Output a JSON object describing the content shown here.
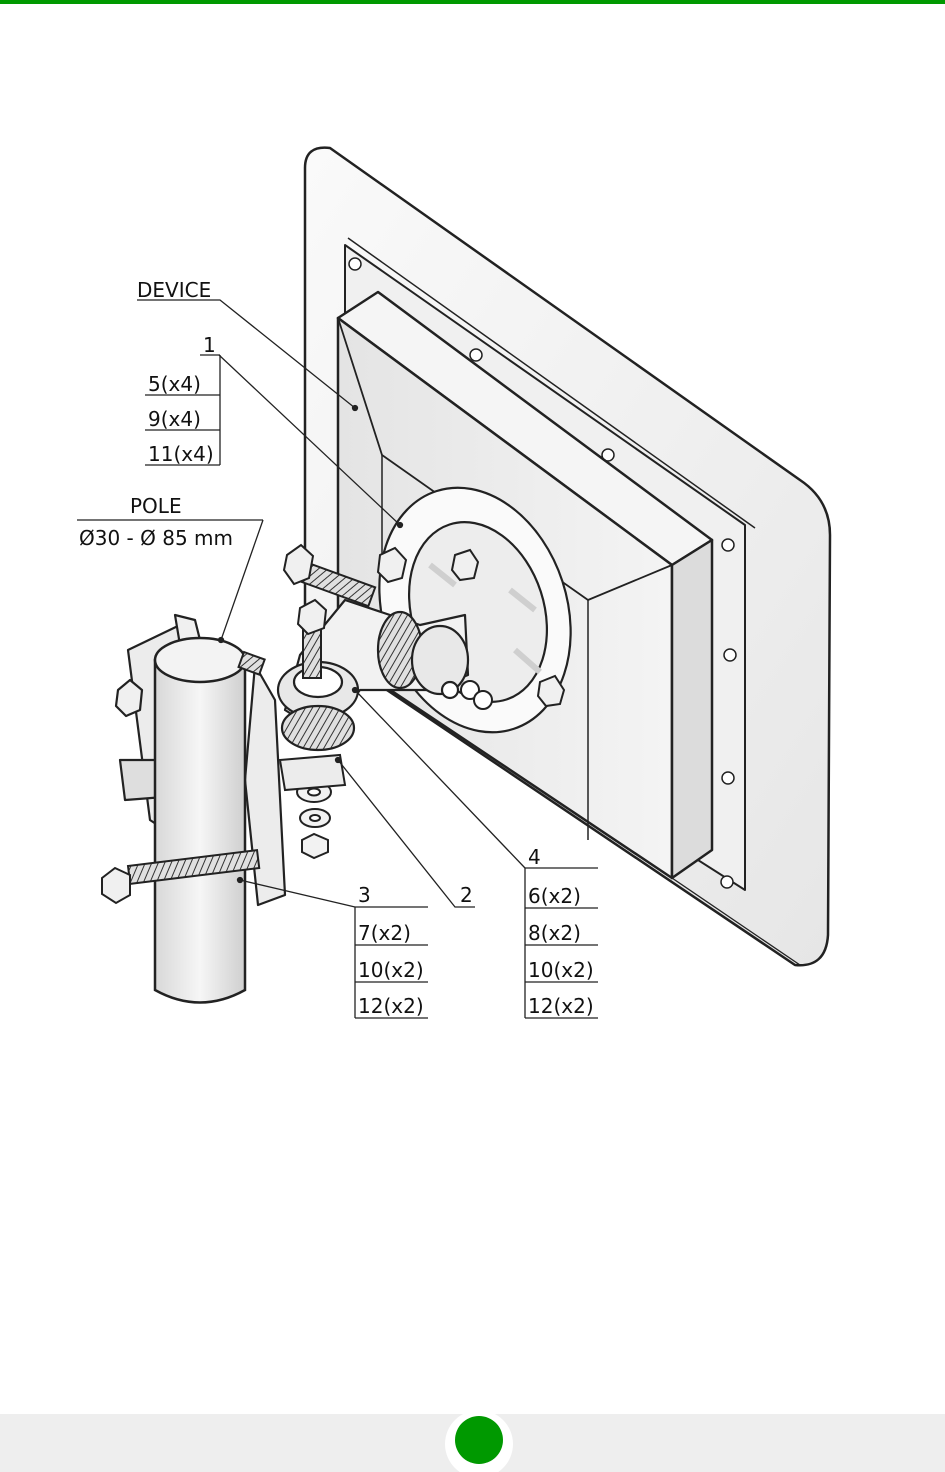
{
  "theme": {
    "accent": "#009900",
    "footer_bg": "#eeeeee"
  },
  "diagram": {
    "device_label": "DEVICE",
    "pole_label": "POLE",
    "pole_range": "Ø30 - Ø 85 mm",
    "callout_1": [
      "1",
      "5(x4)",
      "9(x4)",
      "11(x4)"
    ],
    "callout_2": [
      "2"
    ],
    "callout_3": [
      "3",
      "7(x2)",
      "10(x2)",
      "12(x2)"
    ],
    "callout_4": [
      "4",
      "6(x2)",
      "8(x2)",
      "10(x2)",
      "12(x2)"
    ]
  },
  "footer": {
    "indicator": "green-circle-icon"
  }
}
